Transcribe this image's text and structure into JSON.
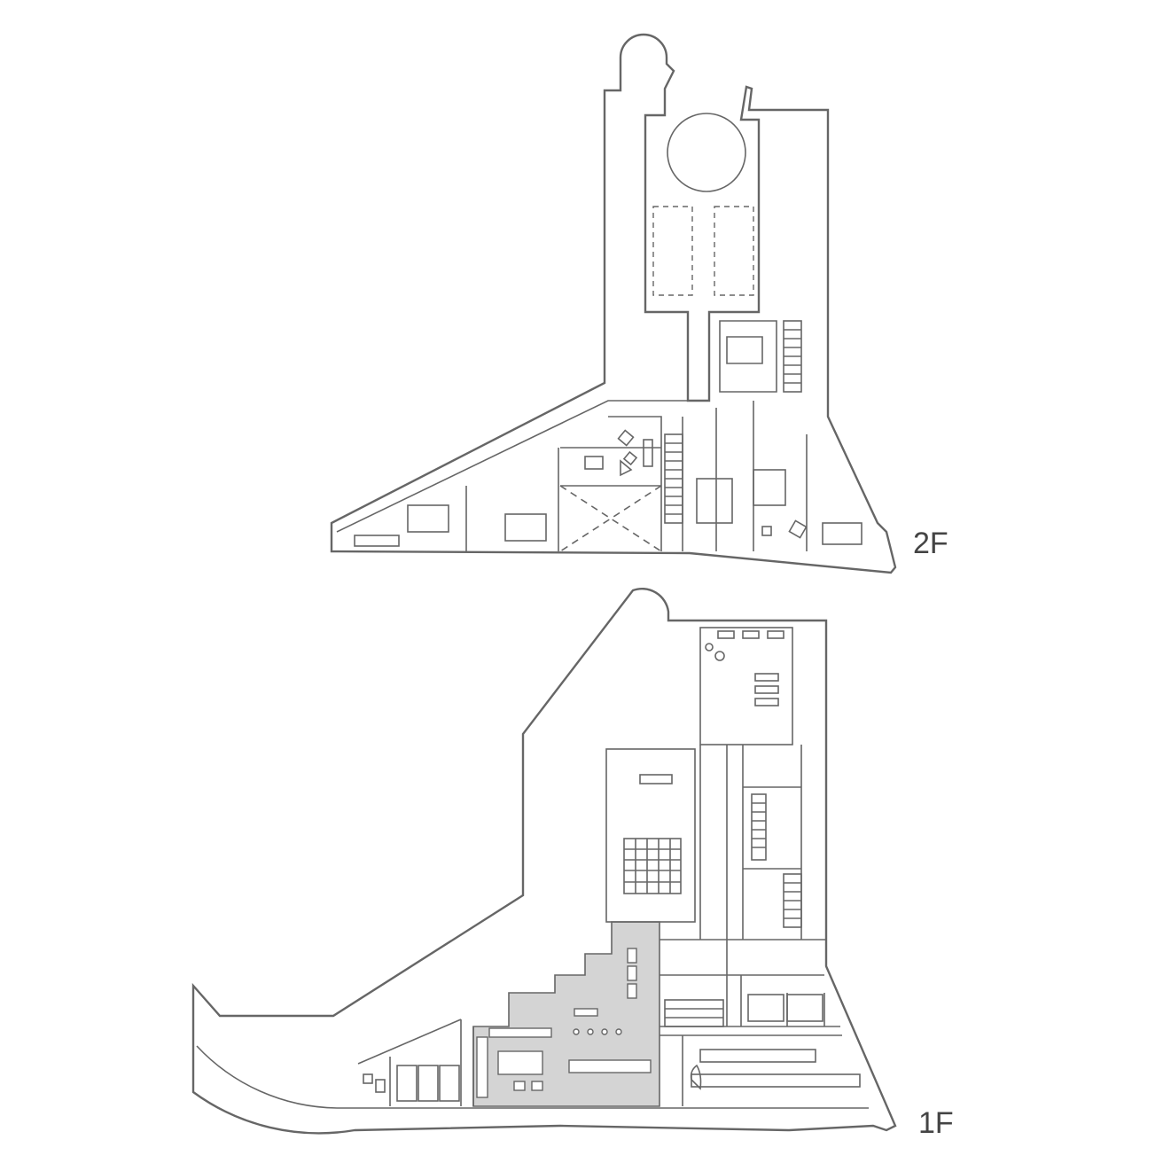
{
  "floors": [
    {
      "id": "second-floor",
      "label": "2F"
    },
    {
      "id": "first-floor",
      "label": "1F"
    }
  ],
  "colors": {
    "wall": "#666666",
    "highlight": "#d4d4d4",
    "label": "#444444"
  }
}
